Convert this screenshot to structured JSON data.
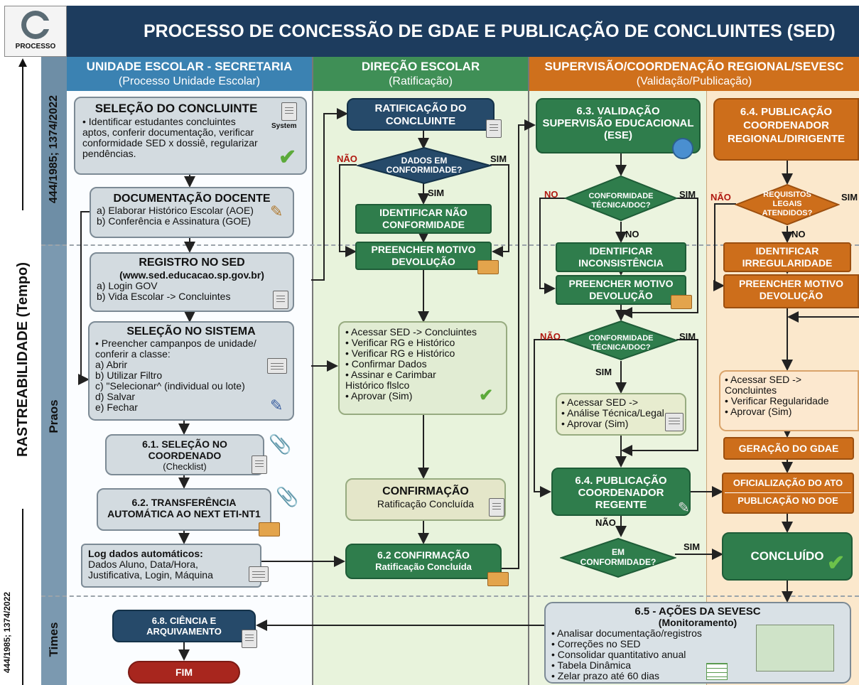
{
  "header": {
    "title": "PROCESSO DE CONCESSÃO DE GDAE E PUBLICAÇÃO DE CONCLUINTES (SED)",
    "logo_text": "PROCESSO"
  },
  "lanes": [
    {
      "title": "UNIDADE ESCOLAR - SECRETARIA",
      "subtitle": "(Processo Unidade Escolar)"
    },
    {
      "title": "DIREÇÃO ESCOLAR",
      "subtitle": "(Ratificação)"
    },
    {
      "title": "SUPERVISÃO/COORDENAÇÃO REGIONAL/SEVESC",
      "subtitle": "(Validação/Publicação)"
    }
  ],
  "left_band": {
    "axis_label": "RASTREABILIDADE (Tempo)",
    "law_top": "444/1985; 1374/2022",
    "law_bottom": "444/1985; 1374/2022",
    "row_praos": "Praos",
    "row_times": "Times"
  },
  "nodes": {
    "selecao_concluinte": {
      "title": "SELEÇÃO DO CONCLUINTE",
      "badge": "System",
      "items": [
        "Identificar estudantes concluintes aptos, conferir documentação, verificar conformidade SED x dossiê, regularizar pendências."
      ]
    },
    "documentacao_docente": {
      "title": "DOCUMENTAÇÃO DOCENTE",
      "lines": [
        "a) Elaborar Histórico Escolar (AOE)",
        "b) Conferência e Assinatura (GOE)"
      ]
    },
    "registro_sed": {
      "title": "REGISTRO NO SED",
      "subtitle": "(www.sed.educacao.sp.gov.br)",
      "lines": [
        "a) Login GOV",
        "b) Vida Escolar -> Concluintes"
      ]
    },
    "selecao_sistema": {
      "title": "SELEÇÃO NO SISTEMA",
      "bullet": "Preencher campanpos de unidade/ conferir a classe:",
      "lines": [
        "a) Abrir",
        "b) Utilizar Filtro",
        "c) \"Selecionar^ (individual ou lote)",
        "d) Salvar",
        "e) Fechar"
      ]
    },
    "n61": {
      "title": "6.1. SELEÇÃO NO COORDENADO",
      "subtitle": "(Checklist)"
    },
    "n62": {
      "title": "6.2. TRANSFERÊNCIA AUTOMÁTICA AO NEXT ETI-NT1"
    },
    "log": {
      "title": "Log dados automáticos:",
      "lines": [
        "Dados Aluno, Data/Hora,",
        "Justificativa, Login, Máquina"
      ]
    },
    "n68": {
      "title": "6.8. CIÊNCIA E ARQUIVAMENTO"
    },
    "fim": {
      "title": "FIM"
    },
    "ratificacao": {
      "title": "RATIFICAÇÃO DO CONCLUINTE"
    },
    "dados_conf": {
      "title": "DADOS EM CONFORMIDADE?"
    },
    "identificar_nao_conf": {
      "title": "IDENTIFICAR NÃO CONFORMIDADE"
    },
    "preencher_dir": {
      "title": "PREENCHER MOTIVO DEVOLUÇÃO"
    },
    "dir_checklist": {
      "items": [
        "Acessar SED -> Concluintes",
        "Verificar RG e Histórico",
        "Verificar RG e Histórico",
        "Confirmar Dados",
        "Assinar e Carimbar Histórico flslco",
        "Aprovar (Sim)"
      ]
    },
    "confirmacao": {
      "title": "CONFIRMAÇÃO",
      "subtitle": "Ratificação Concluída"
    },
    "n62_conf": {
      "title": "6.2 CONFIRMAÇÃO",
      "subtitle": "Ratificação Concluída"
    },
    "n63": {
      "title": "6.3. VALIDAÇÃO SUPERVISÃO EDUCACIONAL (ESE)"
    },
    "conf_tec1": {
      "title": "CONFORMIDADE TÉCNICA/DOC?"
    },
    "identificar_incons": {
      "title": "IDENTIFICAR INCONSISTÊNCIA"
    },
    "preencher_sup": {
      "title": "PREENCHER MOTIVO DEVOLUÇÃO"
    },
    "conf_tec2": {
      "title": "CONFORMIDADE TÉCNICA/DOC?"
    },
    "sup_checklist": {
      "items": [
        "Acessar SED ->",
        "Análise Técnica/Legal",
        "Aprovar (Sim)"
      ]
    },
    "n64_regente": {
      "title": "6.4. PUBLICAÇÃO COORDENADOR REGENTE"
    },
    "em_conf": {
      "title": "EM CONFORMIDADE?"
    },
    "n64_dirigente": {
      "title": "6.4. PUBLICAÇÃO COORDENADOR REGIONAL/DIRIGENTE"
    },
    "requisitos": {
      "title": "REQUISITOS LEGAIS ATENDIDOS?"
    },
    "identificar_irreg": {
      "title": "IDENTIFICAR IRREGULARIDADE"
    },
    "preencher_reg": {
      "title": "PREENCHER MOTIVO DEVOLUÇÃO"
    },
    "reg_checklist": {
      "items": [
        "Acessar SED -> Concluintes",
        "Verificar Regularidade",
        "Aprovar (Sim)"
      ]
    },
    "geracao": {
      "title": "GERAÇÃO DO GDAE"
    },
    "oficializacao": {
      "title": "OFICIALIZAÇÃO DO ATO",
      "subtitle": "PUBLICAÇÃO NO DOE"
    },
    "concluido": {
      "title": "CONCLUÍDO"
    },
    "n65": {
      "title": "6.5 - AÇÕES DA SEVESC",
      "subtitle": "(Monitoramento)",
      "items": [
        "Analisar documentação/registros",
        "Correções no SED",
        "Consolidar quantitativo anual",
        "Tabela Dinâmica",
        "Zelar prazo até 60 dias"
      ]
    }
  },
  "edge_labels": {
    "nao": "NÃO",
    "sim": "SIM",
    "no": "NO"
  },
  "colors": {
    "header": "#1d3c5e",
    "lane1": "#3b82b2",
    "lane2": "#3f8f56",
    "lane3": "#cf701c",
    "green_box": "#2f7d4c",
    "orange_box": "#cd6e1b",
    "dark_box": "#264a6a",
    "end": "#a8261e"
  }
}
